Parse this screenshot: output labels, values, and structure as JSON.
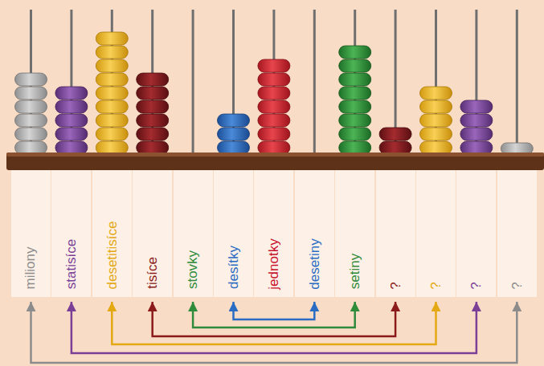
{
  "diagram": {
    "nodes": [
      {
        "text": [
          "miliony"
        ]
      },
      {
        "text": [
          "statisíce"
        ]
      },
      {
        "text": [
          "desetitisíce"
        ]
      },
      {
        "text": [
          "tisíce"
        ]
      },
      {
        "text": [
          "stovky"
        ]
      },
      {
        "text": [
          "desítky"
        ]
      },
      {
        "text": [
          "jednotky"
        ]
      },
      {
        "text": [
          "desetiny"
        ]
      },
      {
        "text": [
          "setiny"
        ]
      },
      {
        "text": [
          "?"
        ]
      },
      {
        "text": [
          "?"
        ]
      },
      {
        "text": [
          "?"
        ]
      },
      {
        "text": [
          "?"
        ]
      }
    ],
    "edges": [
      {
        "from": 5,
        "to": 7,
        "arrow": "both"
      },
      {
        "from": 4,
        "to": 8,
        "arrow": "both"
      },
      {
        "from": 3,
        "to": 9,
        "arrow": "both"
      },
      {
        "from": 2,
        "to": 10,
        "arrow": "both"
      },
      {
        "from": 1,
        "to": 11,
        "arrow": "both"
      },
      {
        "from": 0,
        "to": 12,
        "arrow": "both"
      }
    ]
  }
}
